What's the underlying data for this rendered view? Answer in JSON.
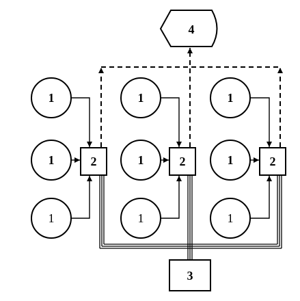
{
  "colors": {
    "ink": "#000000",
    "background": "#ffffff"
  },
  "groups": [
    {
      "sources": [
        "1",
        "1",
        "1"
      ],
      "hub": "2"
    },
    {
      "sources": [
        "1",
        "1",
        "1"
      ],
      "hub": "2"
    },
    {
      "sources": [
        "1",
        "1",
        "1"
      ],
      "hub": "2"
    }
  ],
  "collector": {
    "label": "3"
  },
  "display": {
    "label": "4"
  }
}
